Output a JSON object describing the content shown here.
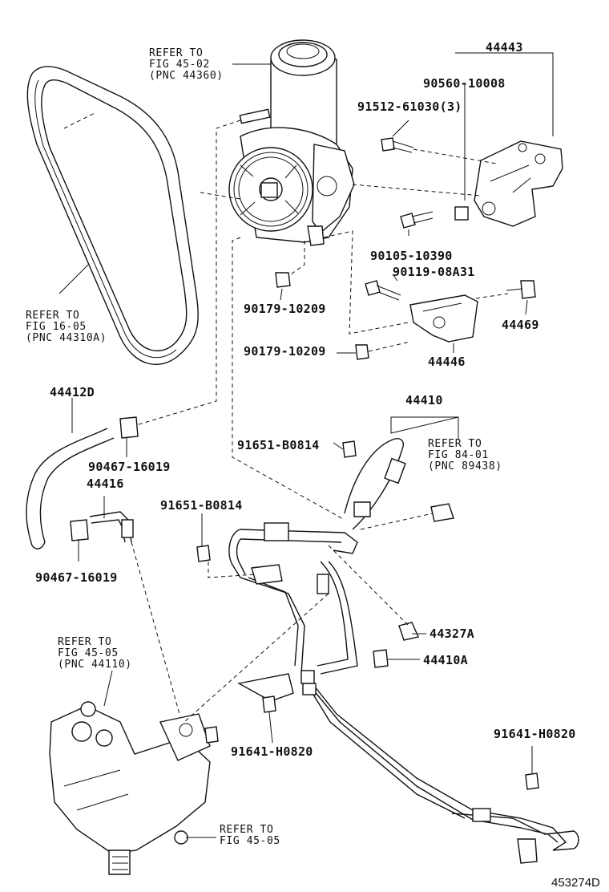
{
  "part_numbers": {
    "p44443": "44443",
    "p90560_10008": "90560-10008",
    "p91512_61030": "91512-61030(3)",
    "p90105_10390": "90105-10390",
    "p90119_08A31": "90119-08A31",
    "p90179_10209_a": "90179-10209",
    "p44469": "44469",
    "p90179_10209_b": "90179-10209",
    "p44446": "44446",
    "p44412D": "44412D",
    "p44410": "44410",
    "p91651_B0814_a": "91651-B0814",
    "p90467_16019_a": "90467-16019",
    "p44416": "44416",
    "p91651_B0814_b": "91651-B0814",
    "p90467_16019_b": "90467-16019",
    "p44327A": "44327A",
    "p44410A": "44410A",
    "p91641_H0820_a": "91641-H0820",
    "p91641_H0820_b": "91641-H0820"
  },
  "references": {
    "ref_reservoir": "REFER TO\nFIG 45-02\n(PNC 44360)",
    "ref_belt": "REFER TO\nFIG 16-05\n(PNC 44310A)",
    "ref_cooler": "REFER TO\nFIG 84-01\n(PNC 89438)",
    "ref_gearbox": "REFER TO\nFIG 45-05\n(PNC 44110)",
    "ref_gear_bottom": "REFER TO\nFIG 45-05"
  },
  "diagram_id": "453274D"
}
